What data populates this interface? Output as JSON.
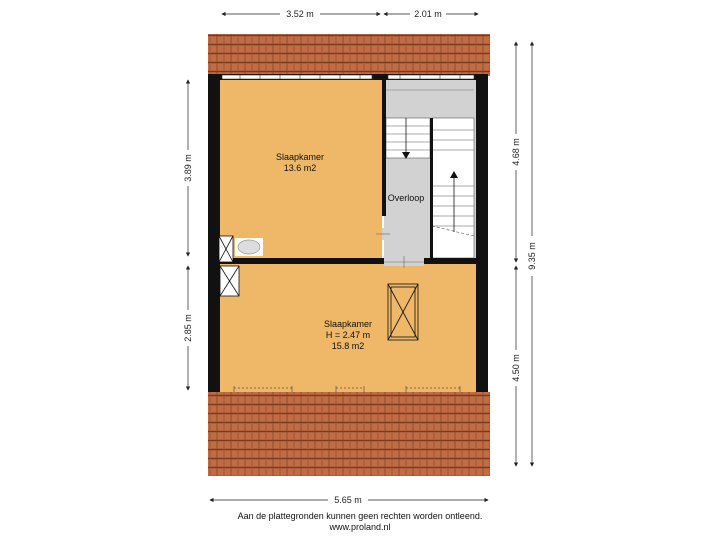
{
  "dimensions": {
    "top_left": "3.52 m",
    "top_right": "2.01 m",
    "left_upper": "3.89 m",
    "left_lower": "2.85 m",
    "right_upper": "4.68 m",
    "right_lower": "4.50 m",
    "right_total": "9.35 m",
    "bottom": "5.65 m"
  },
  "rooms": {
    "bedroom_top": {
      "name": "Slaapkamer",
      "area": "13.6 m2"
    },
    "landing": {
      "name": "Overloop"
    },
    "bedroom_bottom": {
      "name": "Slaapkamer",
      "height": "H = 2.47 m",
      "area": "15.8 m2"
    }
  },
  "colors": {
    "room_fill": "#eeb868",
    "roof_tile": "#b0603a",
    "landing_fill": "#d2d2d2",
    "wall": "#111111"
  },
  "footer": {
    "disclaimer": "Aan de plattegronden kunnen geen rechten worden ontleend.",
    "website": "www.proland.nl"
  }
}
